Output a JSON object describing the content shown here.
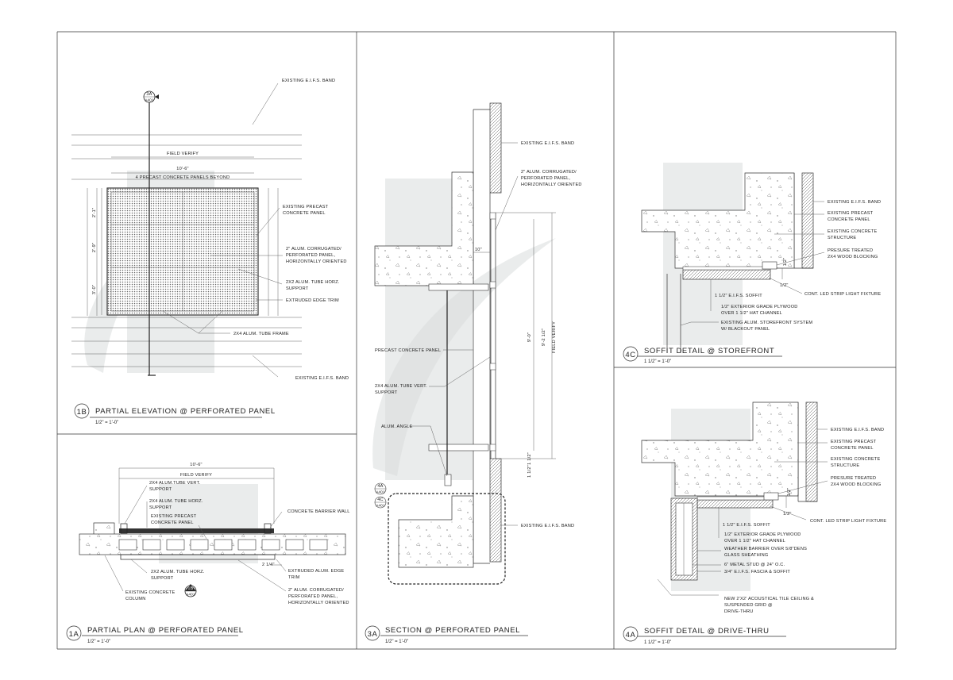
{
  "details": {
    "1b": {
      "number": "1B",
      "title": "PARTIAL ELEVATION @ PERFORATED PANEL",
      "scale": "1/2\" = 1'-0\"",
      "section_tag_top": "3A",
      "section_tag_bottom": "A401",
      "dims": [
        "FIELD VERIFY",
        "10'-6\"",
        "4 PRECAST CONCRETE PANELS BEYOND",
        "2'-1\"",
        "2'-9\"",
        "3'-0\""
      ],
      "labels": [
        "EXISTING E.I.F.S. BAND",
        "EXISTING PRECAST",
        "CONCRETE PANEL",
        "2\" ALUM. CORRUGATED/",
        "PERFORATED PANEL,",
        "HORIZONTALLY ORIENTED",
        "2X2 ALUM. TUBE HORZ.",
        "SUPPORT",
        "EXTRUDED EDGE TRIM",
        "2X4 ALUM. TUBE FRAME",
        "EXISTING E.I.F.S. BAND"
      ]
    },
    "1a": {
      "number": "1A",
      "title": "PARTIAL PLAN @ PERFORATED PANEL",
      "scale": "1/2\" = 1'-0\"",
      "section_tag_top": "1B",
      "section_tag_bottom": "A401",
      "dims": [
        "10'-6\"",
        "FIELD VERIFY",
        "2 1/4\""
      ],
      "labels": [
        "2X4 ALUM.TUBE VERT.",
        "SUPPORT",
        "2X4 ALUM. TUBE HORZ.",
        "SUPPORT",
        "EXISTING PRECAST",
        "CONCRETE PANEL",
        "CONCRETE BARRIER WALL",
        "2X2 ALUM. TUBE HORZ.",
        "SUPPORT",
        "EXTRUDED ALUM. EDGE",
        "TRIM",
        "EXISTING CONCRETE",
        "COLUMN",
        "2\" ALUM. CORRUGATED/",
        "PERFORATED PANEL,",
        "HORIZONTALLY ORIENTED"
      ]
    },
    "3a": {
      "number": "3A",
      "title": "SECTION @ PERFORATED PANEL",
      "scale": "1/2\" = 1'-0\"",
      "callout_tags": [
        "4A",
        "A401",
        "4C",
        "A401"
      ],
      "dims": [
        "10\"",
        "9'-0\"",
        "9'-2 1/2\"",
        "FIELD VERIFY",
        "1 1/2\"",
        "1 1/2\""
      ],
      "labels": [
        "EXISTING E.I.F.S. BAND",
        "2\" ALUM. CORRUGATED/",
        "PERFORATED PANEL,",
        "HORIZONTALLY ORIENTED",
        "PRECAST CONCRETE PANEL",
        "2X4 ALUM. TUBE VERT.",
        "SUPPORT",
        "ALUM. ANGLE",
        "EXISTING E.I.F.S. BAND"
      ]
    },
    "4c": {
      "number": "4C",
      "title": "SOFFIT DETAIL @ STOREFRONT",
      "scale": "1 1/2\" = 1'-0\"",
      "dims": [
        "1/2\"",
        "1/2\""
      ],
      "labels": [
        "EXISTING E.I.F.S. BAND",
        "EXISTING PRECAST",
        "CONCRETE PANEL",
        "EXISTING CONCRETE",
        "STRUCTURE",
        "PRESURE TREATED",
        "2X4 WOOD BLOCKING",
        "CONT. LED STRIP LIGHT FIXTURE",
        "1 1/2\" E.I.F.S. SOFFIT",
        "1/2\" EXTERIOR GRADE PLYWOOD",
        "OVER 1 1/2\" HAT CHANNEL",
        "EXISTING ALUM. STOREFRONT SYSTEM",
        "W/ BLACKOUT PANEL"
      ]
    },
    "4a": {
      "number": "4A",
      "title": "SOFFIT DETAIL @ DRIVE-THRU",
      "scale": "1 1/2\" = 1'-0\"",
      "dims": [
        "1/2\"",
        "1/2\""
      ],
      "labels": [
        "EXISTING E.I.F.S. BAND",
        "EXISTING PRECAST",
        "CONCRETE PANEL",
        "EXISTING CONCRETE",
        "STRUCTURE",
        "PRESURE TREATED",
        "2X4 WOOD BLOCKING",
        "CONT. LED STRIP LIGHT FIXTURE",
        "1 1/2\" E.I.F.S. SOFFIT",
        "1/2\" EXTERIOR GRADE PLYWOOD",
        "OVER 1 1/2\" HAT CHANNEL",
        "WEATHER BARRIER OVER 5/8\"DENS",
        "GLASS SHEATHING",
        "6\" METAL STUD @ 24\" O.C.",
        "3/4\" E.I.F.S. FASCIA & SOFFIT",
        "NEW 2'X2' ACOUSTICAL TILE CEILING &",
        "SUSPENDED GRID @",
        "DRIVE-THRU"
      ]
    }
  }
}
